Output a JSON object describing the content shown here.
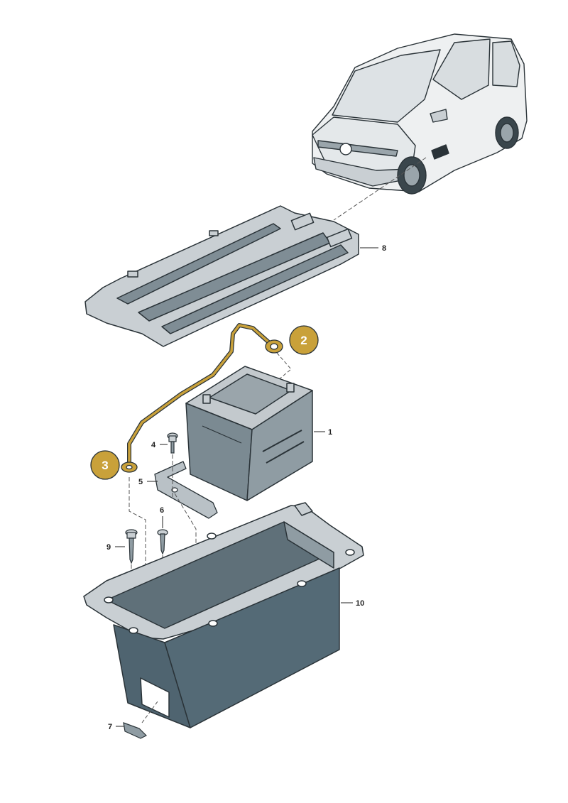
{
  "callouts": {
    "c1": "1",
    "c4": "4",
    "c5": "5",
    "c6": "6",
    "c7": "7",
    "c8": "8",
    "c9": "9",
    "c10": "10"
  },
  "highlight_badges": {
    "b2": "2",
    "b3": "3"
  },
  "colors": {
    "part_fill": "#c9cfd3",
    "part_dark": "#5f7079",
    "part_outline": "#2a3338",
    "tray_fill": "#4f6470",
    "cable_highlight": "#c9a13a",
    "badge_fill": "#c9a13a",
    "vehicle_fill": "#eef0f1"
  }
}
